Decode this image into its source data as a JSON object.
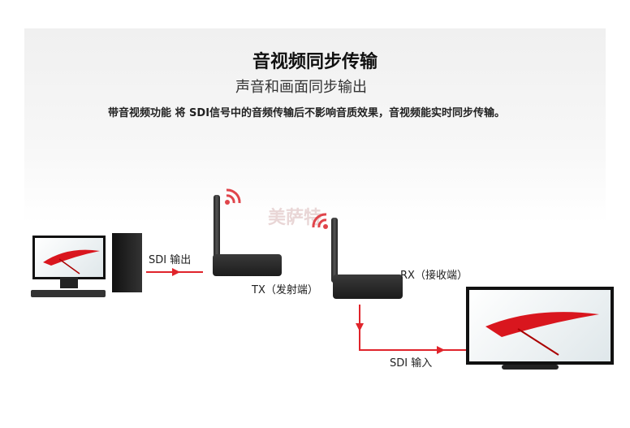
{
  "title": "音视频同步传输",
  "subtitle": "声音和画面同步输出",
  "description": "带音视频功能 将 SDI信号中的音频传输后不影响音质效果，音视频能实时同步传输。",
  "watermark": "美萨特",
  "labels": {
    "sdi_out": "SDI 输出",
    "tx": "TX（发射端）",
    "rx": "RX（接收端）",
    "sdi_in": "SDI 输入"
  },
  "colors": {
    "signal": "#e0242b",
    "device": "#2a2a2a"
  }
}
